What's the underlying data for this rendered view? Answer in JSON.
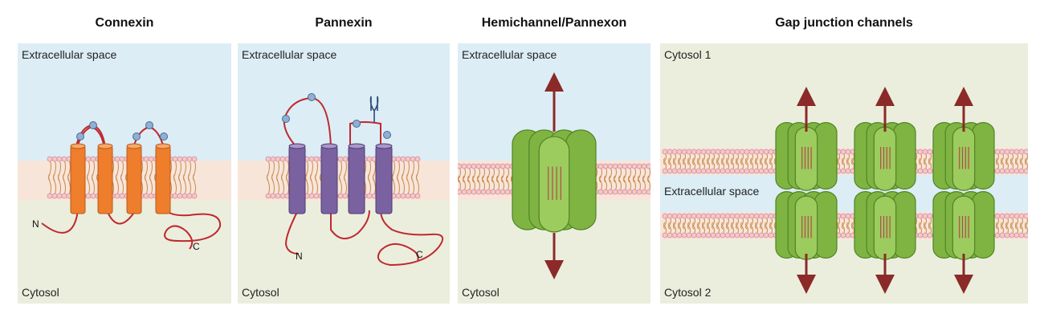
{
  "colors": {
    "extracellular": "#dcedf5",
    "membrane": "#f8e5da",
    "cytosol": "#ebeedd",
    "connexin_cylinder": "#ee7d2c",
    "pannexin_cylinder": "#7a62a1",
    "loop": "#c0282f",
    "bead": "#8fb0d4",
    "channel": "#8dbf52",
    "arrow": "#8b2a28"
  },
  "panels": {
    "connexin": {
      "title": "Connexin",
      "top_label": "Extracellular space",
      "bottom_label": "Cytosol",
      "n_terminus": "N",
      "c_terminus": "C"
    },
    "pannexin": {
      "title": "Pannexin",
      "top_label": "Extracellular space",
      "bottom_label": "Cytosol",
      "n_terminus": "N",
      "c_terminus": "C"
    },
    "hemichannel": {
      "title": "Hemichannel/Pannexon",
      "top_label": "Extracellular space",
      "bottom_label": "Cytosol"
    },
    "gap_junction": {
      "title": "Gap junction channels",
      "top_label": "Cytosol 1",
      "middle_label": "Extracellular space",
      "bottom_label": "Cytosol 2"
    }
  }
}
